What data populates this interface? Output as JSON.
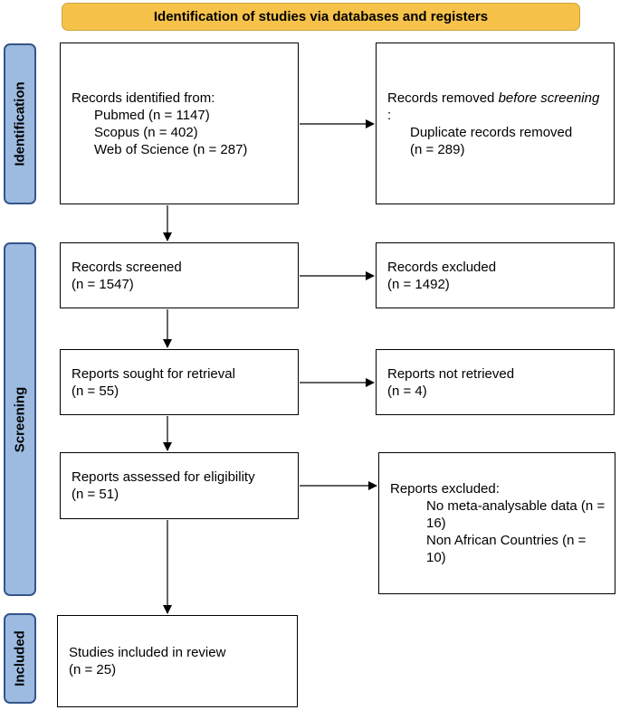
{
  "header": {
    "title": "Identification of studies via databases and registers"
  },
  "stages": {
    "identification": "Identification",
    "screening": "Screening",
    "included": "Included"
  },
  "identified": {
    "heading": "Records identified from:",
    "pubmed": "Pubmed (n = 1147)",
    "scopus": "Scopus (n = 402)",
    "wos": "Web of Science (n = 287)"
  },
  "removed": {
    "heading_part1": "Records removed ",
    "heading_italic": "before screening",
    "heading_part3": ":",
    "duplicates": "Duplicate records removed",
    "duplicates_n": "(n =  289)"
  },
  "screened": {
    "label": "Records screened",
    "n": "(n = 1547)"
  },
  "excluded": {
    "label": "Records excluded",
    "n": "(n = 1492)"
  },
  "sought": {
    "label": "Reports sought for retrieval",
    "n": "(n = 55)"
  },
  "not_retrieved": {
    "label": "Reports not retrieved",
    "n": "(n = 4)"
  },
  "assessed": {
    "label": "Reports assessed for eligibility",
    "n": "(n = 51)"
  },
  "reports_excluded": {
    "heading": "Reports excluded:",
    "reason1_line1": "No meta-analysable data (n =",
    "reason1_line2": "16)",
    "reason2_line1": "Non African Countries (n =",
    "reason2_line2": "10)"
  },
  "included_box": {
    "label": "Studies included in review",
    "n": "(n = 25)"
  },
  "colors": {
    "banner": "#f6c24a",
    "stage_fill": "#9dbbe0",
    "stage_border": "#34558b"
  }
}
